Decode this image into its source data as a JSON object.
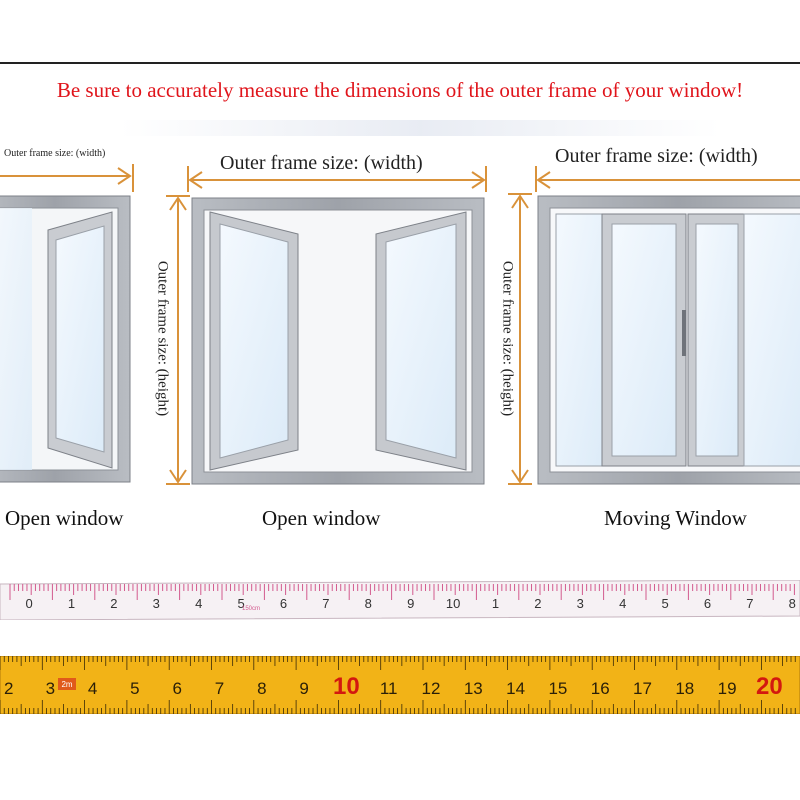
{
  "warning": "Be sure to accurately measure the dimensions of the outer frame of your window!",
  "width_label_small": "Outer frame size: (width)",
  "width_label": "Outer frame size: (width)",
  "height_label": "Outer frame size: (height)",
  "captions": [
    "Open window",
    "Open window",
    "Moving Window"
  ],
  "pink_tape": {
    "numbers": [
      "0",
      "1",
      "2",
      "3",
      "4",
      "5",
      "6",
      "7",
      "8",
      "9",
      "10",
      "1",
      "2",
      "3",
      "4",
      "5",
      "6",
      "7",
      "8"
    ],
    "badge": "150cm"
  },
  "yellow_tape": {
    "numbers": [
      "2",
      "3",
      "4",
      "5",
      "6",
      "7",
      "8",
      "9",
      "10",
      "11",
      "12",
      "13",
      "14",
      "15",
      "16",
      "17",
      "18",
      "19",
      "20"
    ],
    "badge": "2m"
  },
  "colors": {
    "warning": "#e0141b",
    "arrow": "#d9923a",
    "frame": "#9a9ea5",
    "glass": "#e6f2fb",
    "tape_pink": "#f6f1f4",
    "tape_yellow": "#f2b317"
  }
}
